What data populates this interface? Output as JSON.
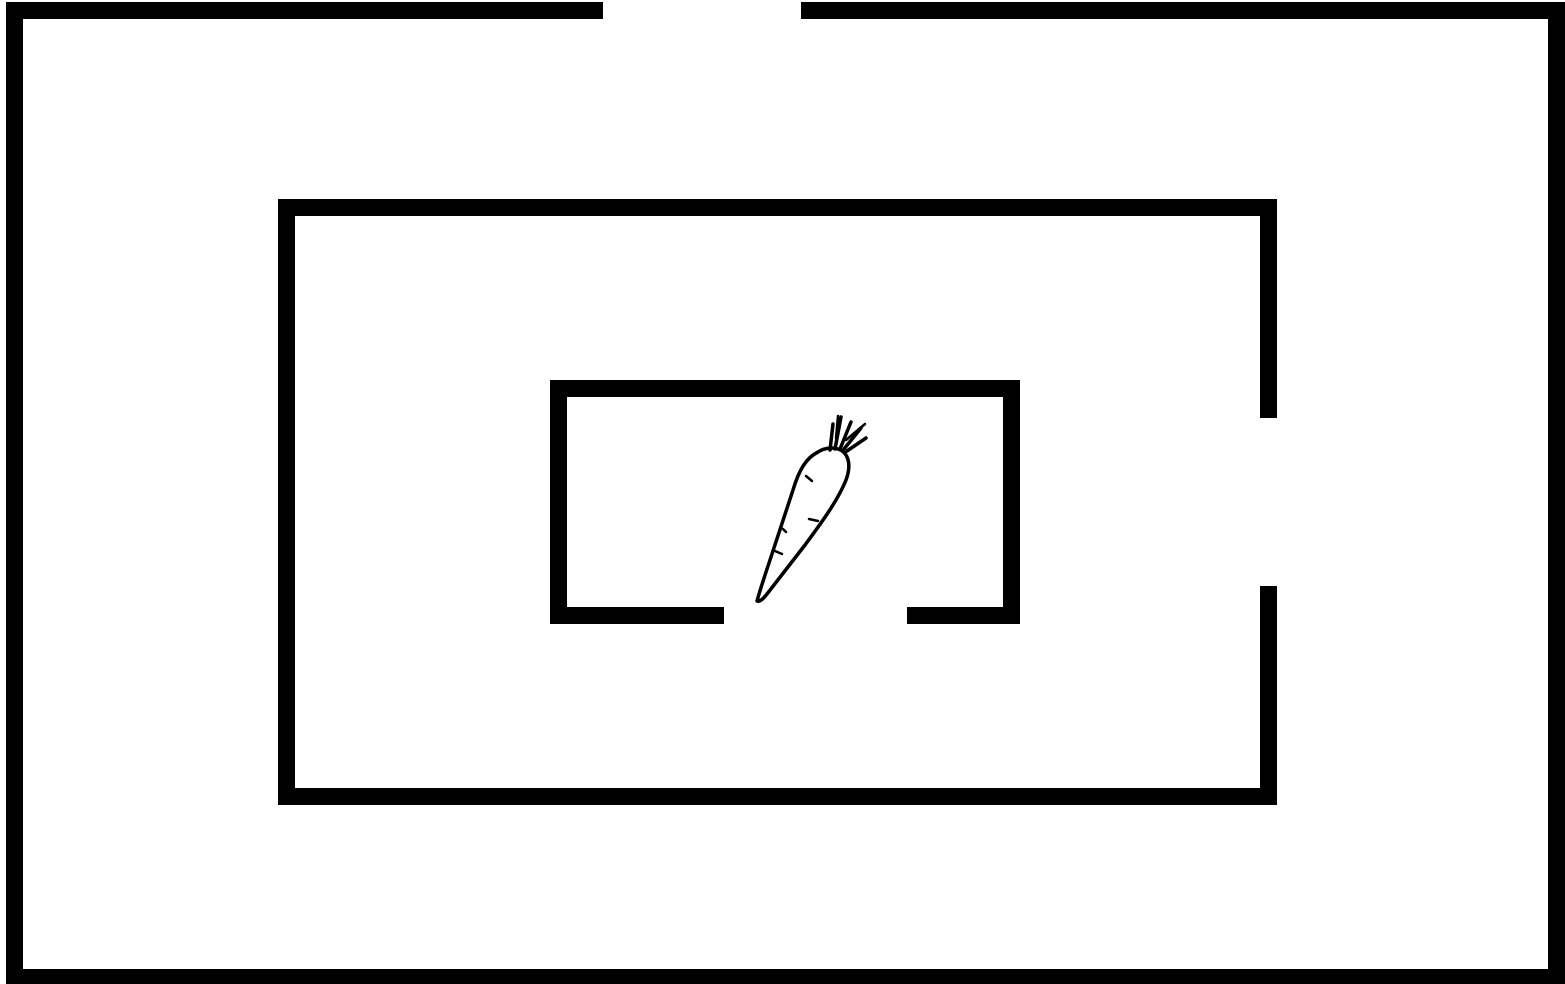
{
  "game": {
    "type": "maze",
    "background_color": "#ffffff",
    "wall_color": "#000000",
    "goal": {
      "icon": "carrot-icon"
    },
    "rings": [
      {
        "name": "outer-ring",
        "openings": [
          "top"
        ]
      },
      {
        "name": "middle-ring",
        "openings": [
          "right"
        ]
      },
      {
        "name": "inner-ring",
        "openings": [
          "bottom"
        ]
      }
    ]
  }
}
